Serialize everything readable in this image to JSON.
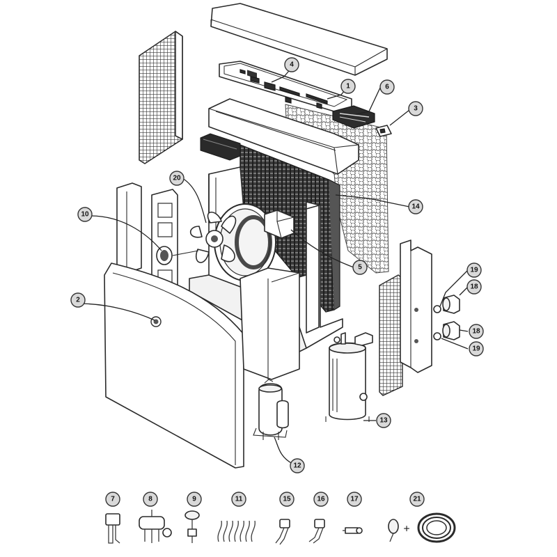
{
  "callouts": {
    "c1": "1",
    "c2": "2",
    "c3": "3",
    "c4": "4",
    "c5": "5",
    "c6": "6",
    "c10": "10",
    "c12": "12",
    "c13": "13",
    "c14": "14",
    "c18a": "18",
    "c18b": "18",
    "c19a": "19",
    "c19b": "19",
    "c20": "20"
  },
  "accessories": {
    "c7": "7",
    "c8": "8",
    "c9": "9",
    "c11": "11",
    "c15": "15",
    "c16": "16",
    "c17": "17",
    "c21": "21",
    "plus_sign": "+"
  }
}
